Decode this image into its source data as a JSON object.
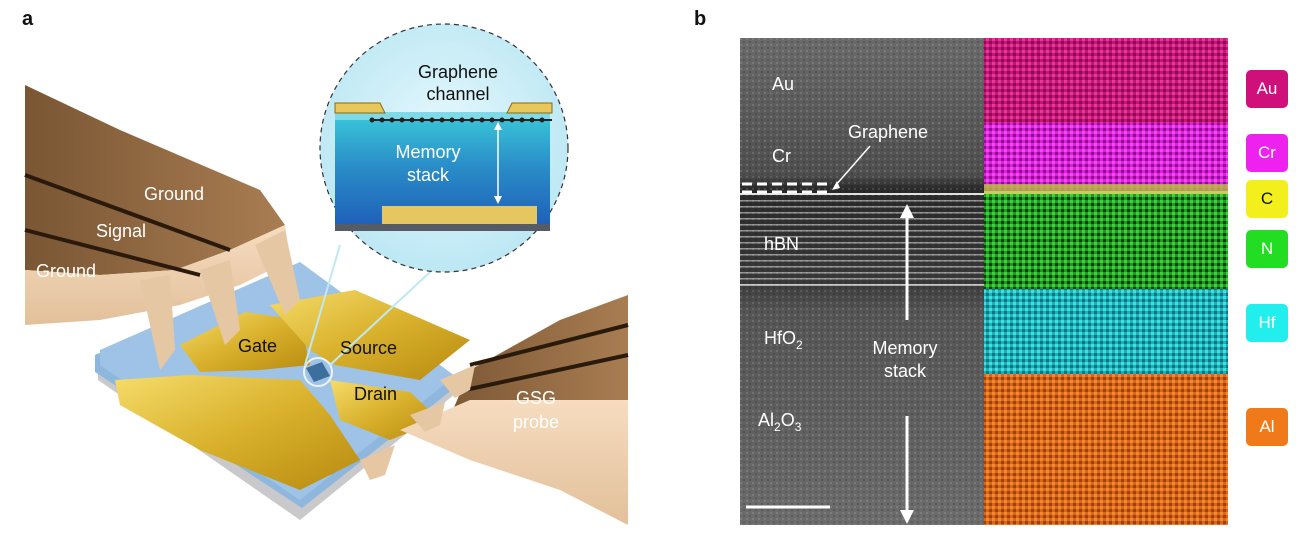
{
  "panel_a": {
    "letter": "a",
    "labels": {
      "ground_top": "Ground",
      "signal": "Signal",
      "ground_bottom": "Ground",
      "gate": "Gate",
      "source": "Source",
      "drain": "Drain",
      "probe_line1": "GSG",
      "probe_line2": "probe"
    },
    "inset": {
      "channel_line1": "Graphene",
      "channel_line2": "channel",
      "stack_line1": "Memory",
      "stack_line2": "stack"
    }
  },
  "panel_b": {
    "letter": "b",
    "layers": {
      "au": "Au",
      "cr": "Cr",
      "graphene": "Graphene",
      "hbn": "hBN",
      "hfo2": "HfO",
      "hfo2_sub": "2",
      "al2o3_al": "Al",
      "al2o3_sub1": "2",
      "al2o3_o": "O",
      "al2o3_sub2": "3",
      "stack_line1": "Memory",
      "stack_line2": "stack"
    },
    "legend": [
      {
        "label": "Au",
        "color": "#d0107a",
        "text_color": "#ffffff"
      },
      {
        "label": "Cr",
        "color": "#ee22ee",
        "text_color": "#ffffff"
      },
      {
        "label": "C",
        "color": "#f2ef1c",
        "text_color": "#111111"
      },
      {
        "label": "N",
        "color": "#22dd22",
        "text_color": "#ffffff"
      },
      {
        "label": "Hf",
        "color": "#22eeee",
        "text_color": "#ffffff"
      },
      {
        "label": "Al",
        "color": "#f07a1a",
        "text_color": "#ffffff"
      }
    ]
  }
}
